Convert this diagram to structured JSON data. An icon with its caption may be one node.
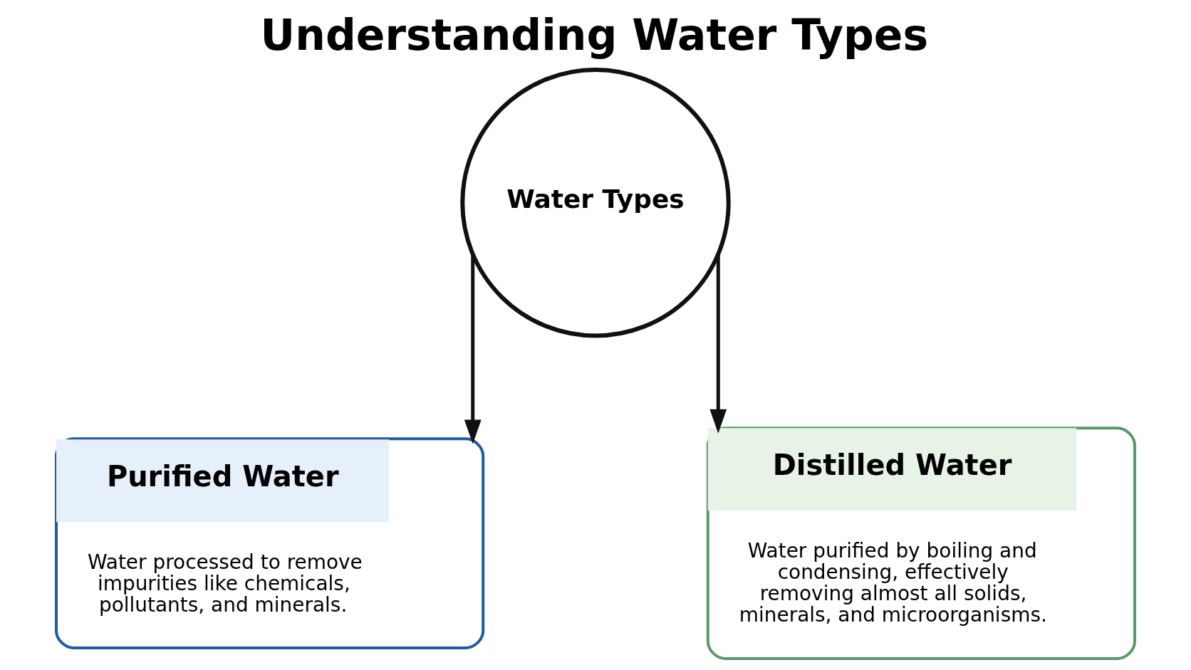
{
  "diagram": {
    "title": "Understanding Water Types",
    "nodes": [
      {
        "text": [
          "Water Types"
        ]
      },
      {
        "text": [
          "Purified Water",
          "Water processed to remove impurities like chemicals, pollutants, and minerals."
        ]
      },
      {
        "text": [
          "Distilled Water",
          "Water purified by boiling and condensing, effectively removing almost all solids, minerals, and microorganisms."
        ]
      }
    ],
    "edges": [
      {
        "from": 0,
        "to": 1,
        "arrow": "to"
      },
      {
        "from": 0,
        "to": 2,
        "arrow": "to"
      }
    ]
  }
}
